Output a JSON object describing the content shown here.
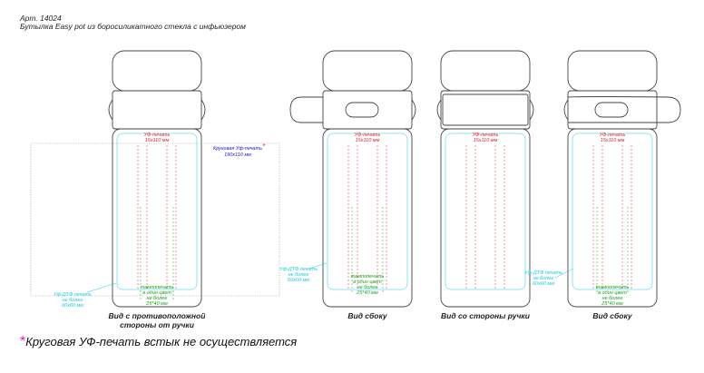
{
  "header": {
    "article": "Арт. 14024",
    "product": "Бутылка Easy pot из боросиликатного стекла с инфьюзером"
  },
  "labels": {
    "uv_print": "УФ-печать",
    "uv_size": "15х110 мм",
    "pad_print": [
      "тампопечать",
      "в один цвет",
      "не более",
      "25*40 мм"
    ],
    "uv_dtf": [
      "Уф-ДТФ печать",
      "не более",
      "60х60 мм"
    ],
    "round_uv_title": "Круговая Уф-печать",
    "round_uv_size": "190х110 мм",
    "star": "*"
  },
  "views": {
    "opposite": [
      "Вид  с противоположной",
      "стороны от ручки"
    ],
    "side_left": "Вид сбоку",
    "handle_side": "Вид  со стороны ручки",
    "side_right": "Вид сбоку"
  },
  "footnote": {
    "star": "*",
    "text": "Круговая УФ-печать встык не осуществляется"
  },
  "colors": {
    "outline": "#444444",
    "uv": "#e0202a",
    "pad": "#1ea01e",
    "dtf": "#1ec8e6",
    "round": "#1a22c8",
    "star": "#e61ec8"
  }
}
